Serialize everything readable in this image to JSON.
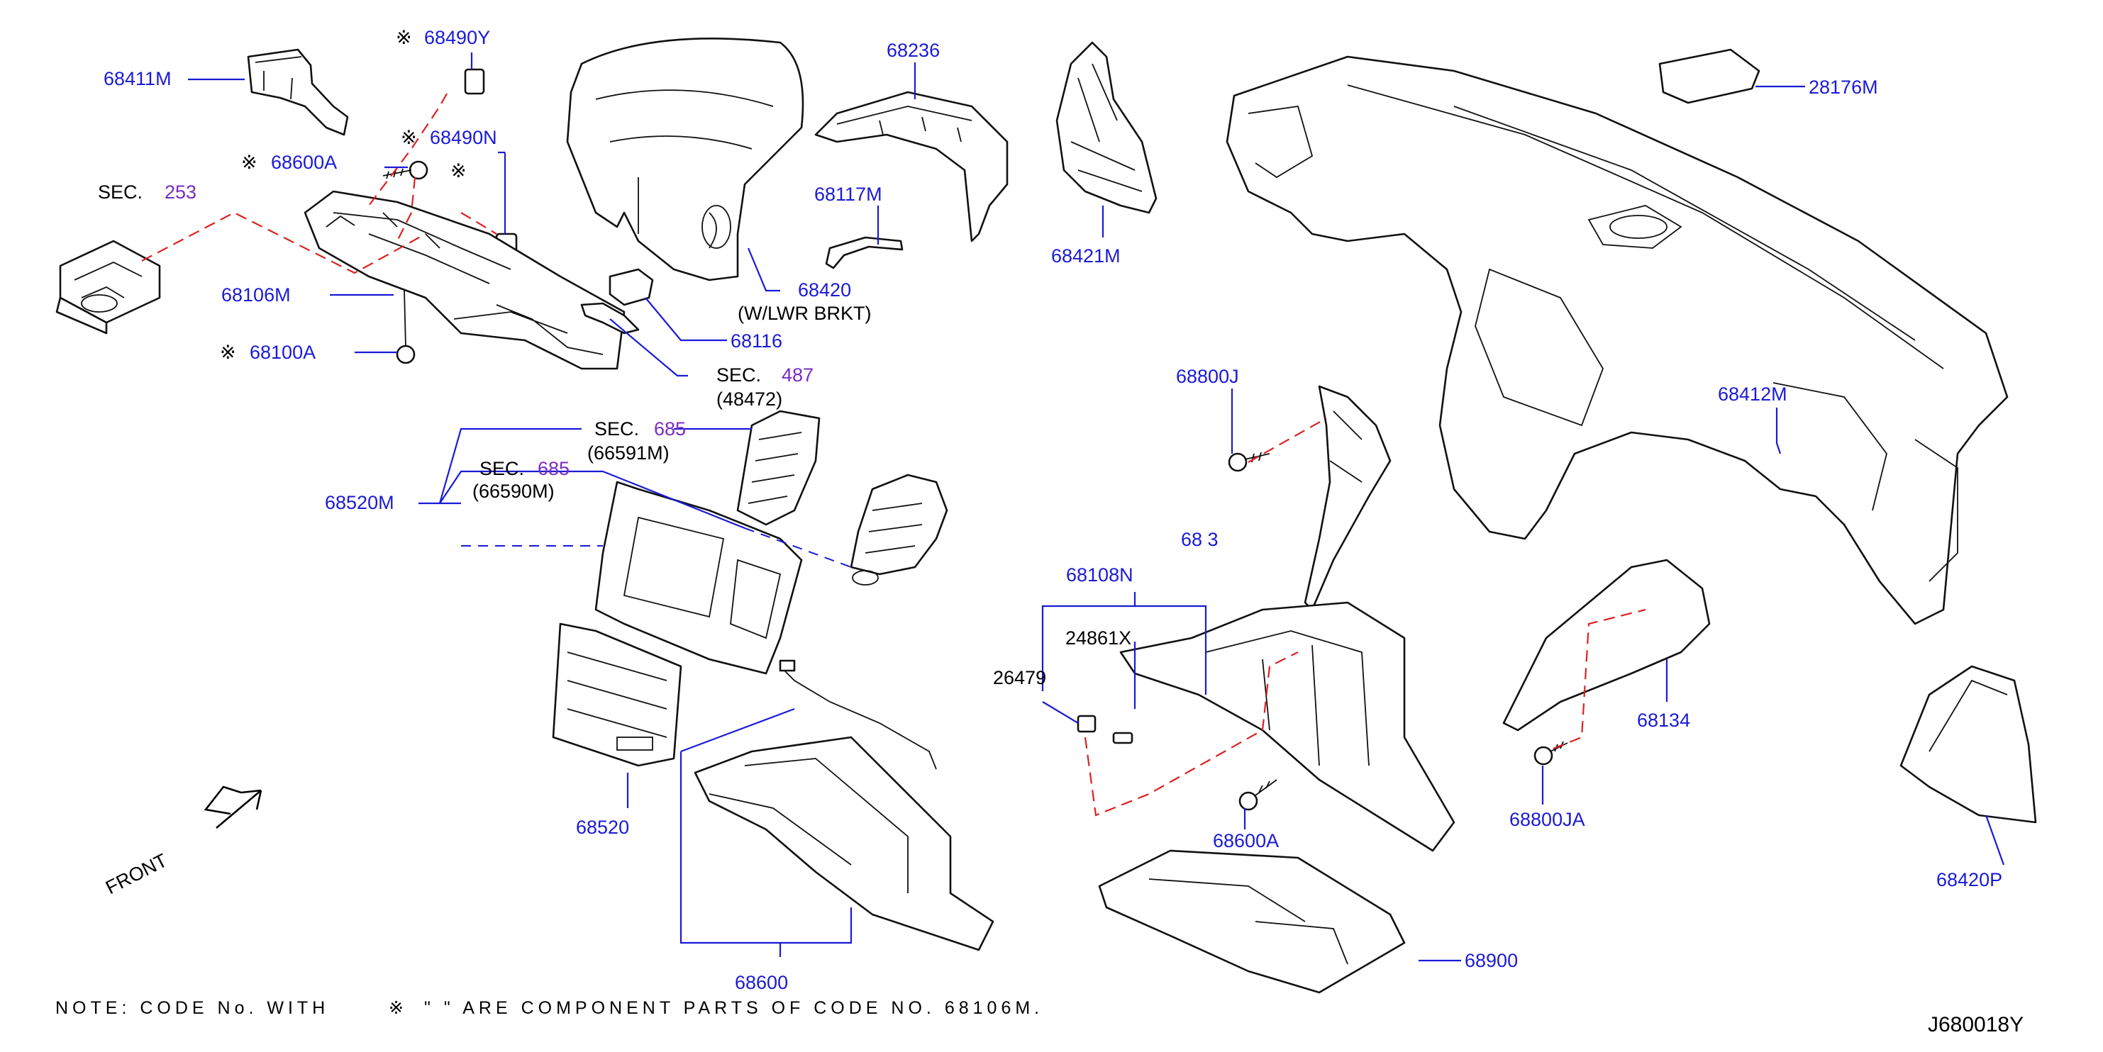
{
  "diagram": {
    "id_code": "J680018Y",
    "note": {
      "prefix": "NOTE:  CODE  No.     WITH",
      "symbol": "※",
      "suffix": "\"       \"  ARE  COMPONENT  PARTS  OF  CODE  NO.  68106M."
    },
    "front_label": "FRONT",
    "parts": {
      "p68411M": "68411M",
      "p68490Y": "68490Y",
      "p68490N": "68490N",
      "p68600A_top": "68600A",
      "p68106M": "68106M",
      "p68100A": "68100A",
      "p68236": "68236",
      "p68117M": "68117M",
      "p68420": "68420",
      "p68420_note": "(W/LWR  BRKT)",
      "p68116": "68116",
      "p68421M": "68421M",
      "p28176M": "28176M",
      "p68412M": "68412M",
      "p68800J": "68800J",
      "p68520M": "68520M",
      "p68520": "68520",
      "p68108N": "68108N",
      "p24861X": "24861X",
      "p26479": "26479",
      "p68600A_bottom": "68600A",
      "p68600": "68600",
      "p68900": "68900",
      "p68134": "68134",
      "p68800JA": "68800JA",
      "p68420P": "68420P",
      "partial_label": "68  3"
    },
    "sections": {
      "sec253": {
        "prefix": "SEC.",
        "num": "253"
      },
      "sec487": {
        "prefix": "SEC.",
        "num": "487",
        "sub": "(48472)"
      },
      "sec685a": {
        "prefix": "SEC.",
        "num": "685",
        "sub": "(66591M)"
      },
      "sec685b": {
        "prefix": "SEC.",
        "num": "685",
        "sub": "(66590M)"
      }
    },
    "colors": {
      "part_number": "#1a1ad6",
      "section_number": "#7a2bc4",
      "phantom_line": "#e02020",
      "text": "#000000"
    }
  }
}
